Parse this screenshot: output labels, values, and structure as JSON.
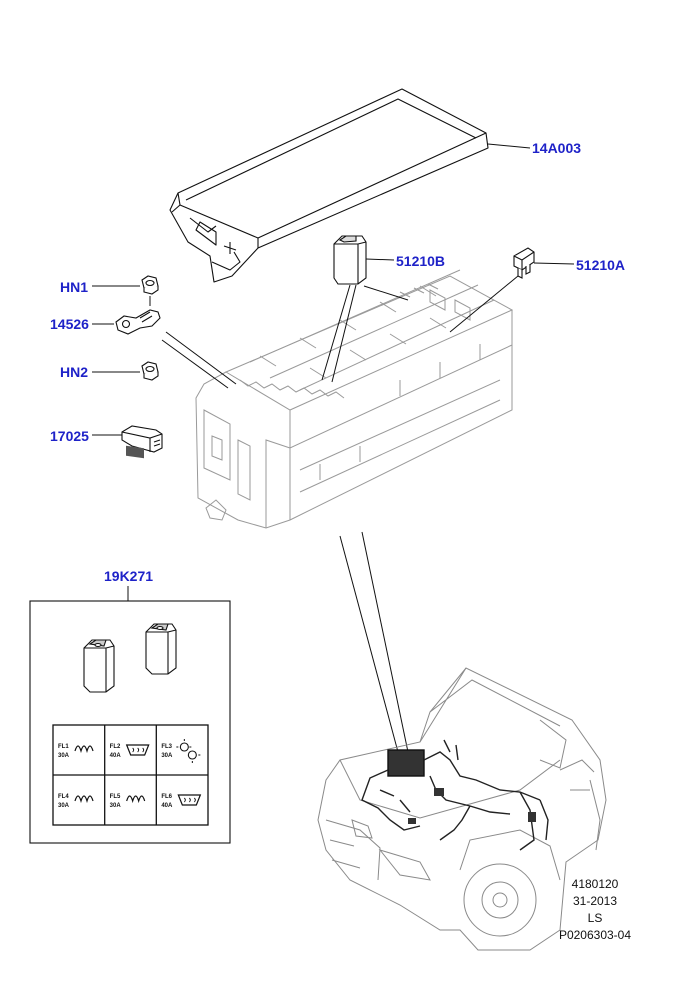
{
  "callouts": {
    "cover": "14A003",
    "fuse_b": "51210B",
    "fuse_a": "51210A",
    "nut_1": "HN1",
    "link": "14526",
    "nut_2": "HN2",
    "relay": "17025",
    "kit": "19K271"
  },
  "fuse_label": {
    "cells": [
      {
        "code": "FL1",
        "amp": "30A",
        "icon": "coil-icon"
      },
      {
        "code": "FL2",
        "amp": "40A",
        "icon": "heated-window-icon"
      },
      {
        "code": "FL3",
        "amp": "30A",
        "icon": "fan-icon"
      },
      {
        "code": "FL4",
        "amp": "30A",
        "icon": "coil-icon"
      },
      {
        "code": "FL5",
        "amp": "30A",
        "icon": "coil-icon"
      },
      {
        "code": "FL6",
        "amp": "40A",
        "icon": "heated-window-icon"
      }
    ]
  },
  "footer": {
    "line1": "4180120",
    "line2": "31-2013",
    "line3": "LS",
    "line4": "P0206303-04"
  },
  "colors": {
    "callout_text": "#1e22c8",
    "line_art": "#111111",
    "faded_art": "#9a9a9a"
  }
}
